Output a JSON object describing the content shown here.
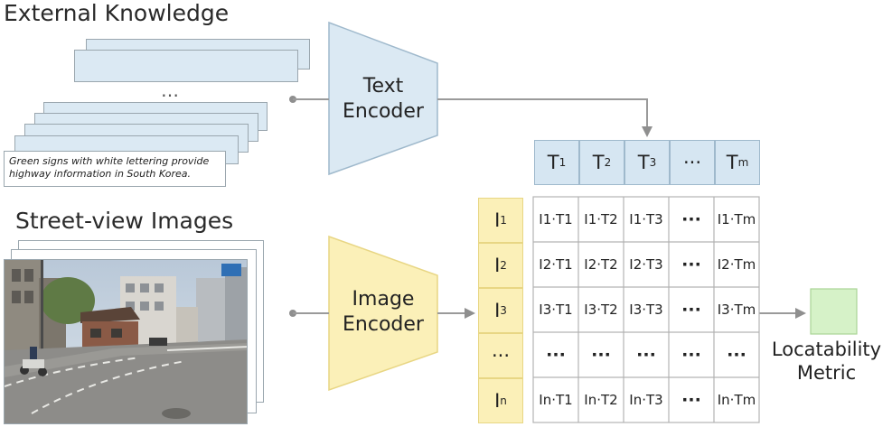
{
  "headings": {
    "external_knowledge": "External Knowledge",
    "street_view": "Street-view Images"
  },
  "knowledge_stack": {
    "dots": "…",
    "caption": "Green signs with white lettering provide highway information in South Korea."
  },
  "text_encoder": {
    "line1": "Text",
    "line2": "Encoder",
    "color": "#dbe9f3"
  },
  "image_encoder": {
    "line1": "Image",
    "line2": "Encoder",
    "color": "#fbf0b8"
  },
  "text_embeddings": [
    {
      "base": "T",
      "sub": "1"
    },
    {
      "base": "T",
      "sub": "2"
    },
    {
      "base": "T",
      "sub": "3"
    },
    {
      "base": "···",
      "sub": ""
    },
    {
      "base": "T",
      "sub": "m"
    }
  ],
  "image_embeddings": [
    {
      "base": "I",
      "sub": "1"
    },
    {
      "base": "I",
      "sub": "2"
    },
    {
      "base": "I",
      "sub": "3"
    },
    {
      "base": "···",
      "sub": ""
    },
    {
      "base": "I",
      "sub": "n"
    }
  ],
  "matrix_rows": [
    [
      "I1·T1",
      "I1·T2",
      "I1·T3",
      "···",
      "I1·Tm"
    ],
    [
      "I2·T1",
      "I2·T2",
      "I2·T3",
      "···",
      "I2·Tm"
    ],
    [
      "I3·T1",
      "I3·T2",
      "I3·T3",
      "···",
      "I3·Tm"
    ],
    [
      "···",
      "···",
      "···",
      "···",
      "···"
    ],
    [
      "In·T1",
      "In·T2",
      "In·T3",
      "···",
      "In·Tm"
    ]
  ],
  "metric": {
    "line1": "Locatability",
    "line2": "Metric",
    "color": "#d6f2c8"
  }
}
